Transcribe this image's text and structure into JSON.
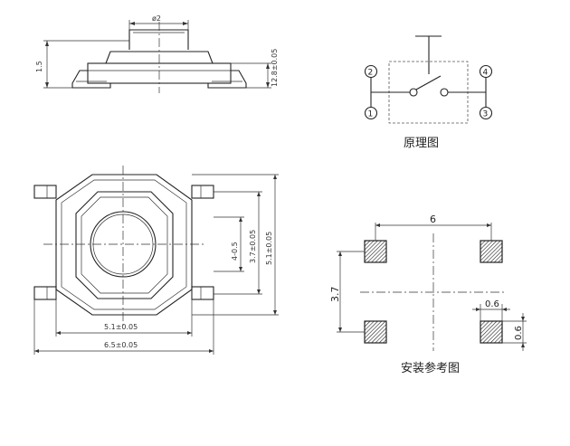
{
  "side_view": {
    "dim_diameter": "ø2",
    "dim_height": "1.5",
    "dim_body": "12.8±0.05"
  },
  "schematic": {
    "pins": [
      "1",
      "2",
      "3",
      "4"
    ],
    "caption": "原理图"
  },
  "top_view": {
    "dim_button": "4-0.5",
    "dim_inner": "3.7±0.05",
    "dim_outer_v": "5.1±0.05",
    "dim_body_h": "5.1±0.05",
    "dim_overall": "6.5±0.05"
  },
  "footprint": {
    "dim_span": "6",
    "dim_pitch": "3.7",
    "dim_pad_w": "0.6",
    "dim_pad_h": "0.6",
    "caption": "安装参考图"
  }
}
